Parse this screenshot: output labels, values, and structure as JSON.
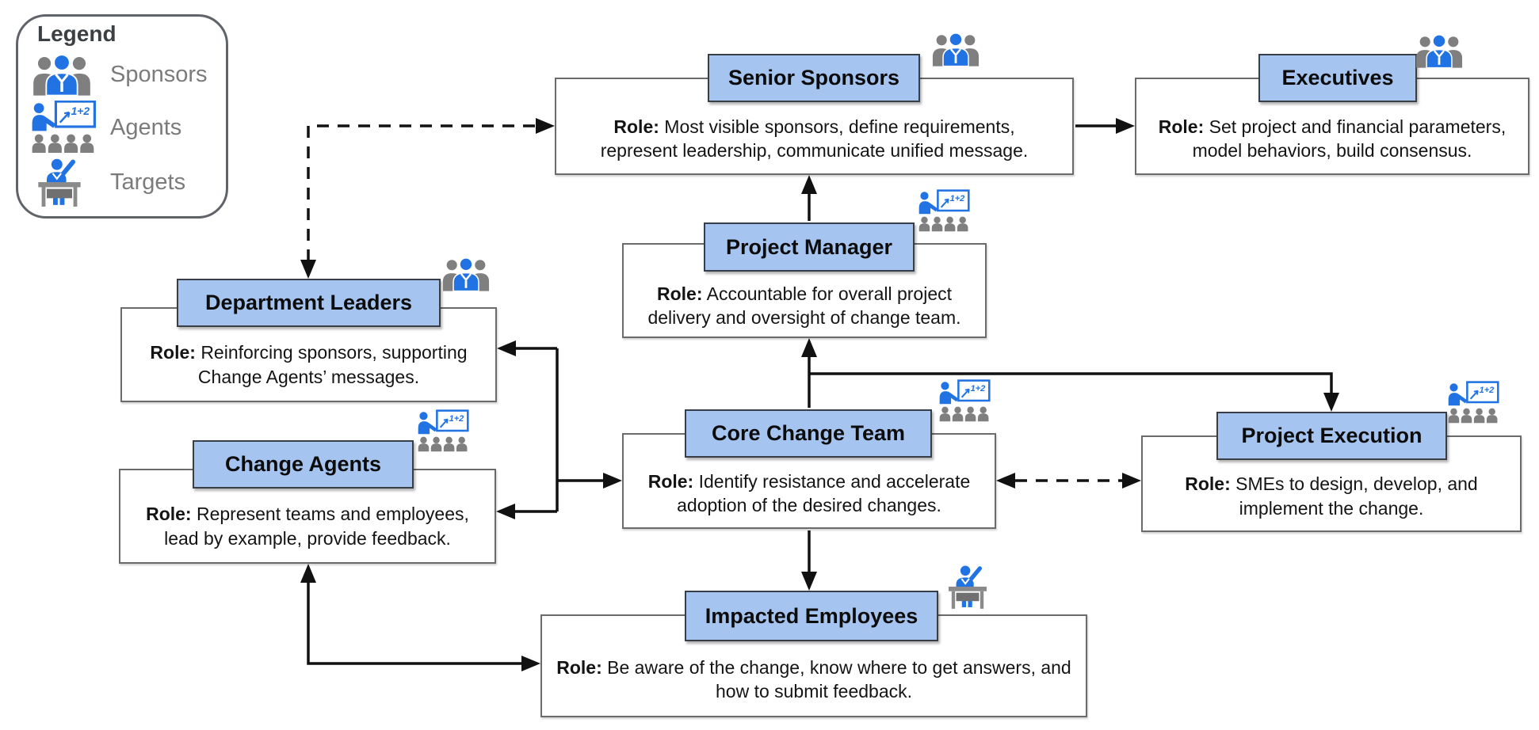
{
  "legend": {
    "title": "Legend",
    "items": [
      {
        "icon": "sponsors-icon",
        "label": "Sponsors"
      },
      {
        "icon": "agents-icon",
        "label": "Agents"
      },
      {
        "icon": "targets-icon",
        "label": "Targets"
      }
    ]
  },
  "nodes": {
    "senior_sponsors": {
      "title": "Senior Sponsors",
      "icon": "sponsors-icon",
      "role_label": "Role:",
      "role_text": "Most visible sponsors, define requirements, represent leadership, communicate unified message."
    },
    "executives": {
      "title": "Executives",
      "icon": "sponsors-icon",
      "role_label": "Role:",
      "role_text": "Set project and financial parameters, model behaviors, build consensus."
    },
    "project_manager": {
      "title": "Project Manager",
      "icon": "agents-icon",
      "role_label": "Role:",
      "role_text": "Accountable for overall project delivery and oversight of change team."
    },
    "department_leaders": {
      "title": "Department Leaders",
      "icon": "sponsors-icon",
      "role_label": "Role:",
      "role_text": "Reinforcing sponsors, supporting Change Agents’ messages."
    },
    "change_agents": {
      "title": "Change Agents",
      "icon": "agents-icon",
      "role_label": "Role:",
      "role_text": "Represent teams and employees, lead by example, provide feedback."
    },
    "core_change_team": {
      "title": "Core Change Team",
      "icon": "agents-icon",
      "role_label": "Role:",
      "role_text": "Identify resistance and accelerate adoption of the desired changes."
    },
    "project_execution": {
      "title": "Project Execution",
      "icon": "agents-icon",
      "role_label": "Role:",
      "role_text": "SMEs to design, develop, and implement the change."
    },
    "impacted_employees": {
      "title": "Impacted Employees",
      "icon": "targets-icon",
      "role_label": "Role:",
      "role_text": "Be aware of the change, know where to get answers, and how to submit feedback."
    }
  },
  "edges": [
    {
      "from": "department-leaders",
      "to": "senior-sponsors",
      "style": "dashed",
      "arrows": "both"
    },
    {
      "from": "senior-sponsors",
      "to": "executives",
      "style": "solid",
      "arrows": "end"
    },
    {
      "from": "project-manager",
      "to": "senior-sponsors",
      "style": "solid",
      "arrows": "end"
    },
    {
      "from": "core-change-team",
      "to": "project-manager",
      "style": "solid",
      "arrows": "end"
    },
    {
      "from": "core-change-team",
      "to": "project-execution",
      "style": "solid",
      "arrows": "end"
    },
    {
      "from": "core-change-team",
      "to": "department-leaders",
      "style": "solid",
      "arrows": "both",
      "note": "three-way trunk"
    },
    {
      "from": "core-change-team",
      "to": "change-agents",
      "style": "solid",
      "arrows": "both",
      "note": "three-way trunk"
    },
    {
      "from": "core-change-team",
      "to": "project-execution",
      "style": "dashed",
      "arrows": "both"
    },
    {
      "from": "core-change-team",
      "to": "impacted-employees",
      "style": "solid",
      "arrows": "end"
    },
    {
      "from": "change-agents",
      "to": "impacted-employees",
      "style": "solid",
      "arrows": "both"
    }
  ],
  "colors": {
    "title_fill": "#a6c4f0",
    "title_border": "#383e48",
    "body_border": "#6b6b6b",
    "connector": "#111111",
    "icon_blue": "#2173e3",
    "icon_gray": "#7f7f7f",
    "legend_text": "#7b7b7b"
  }
}
